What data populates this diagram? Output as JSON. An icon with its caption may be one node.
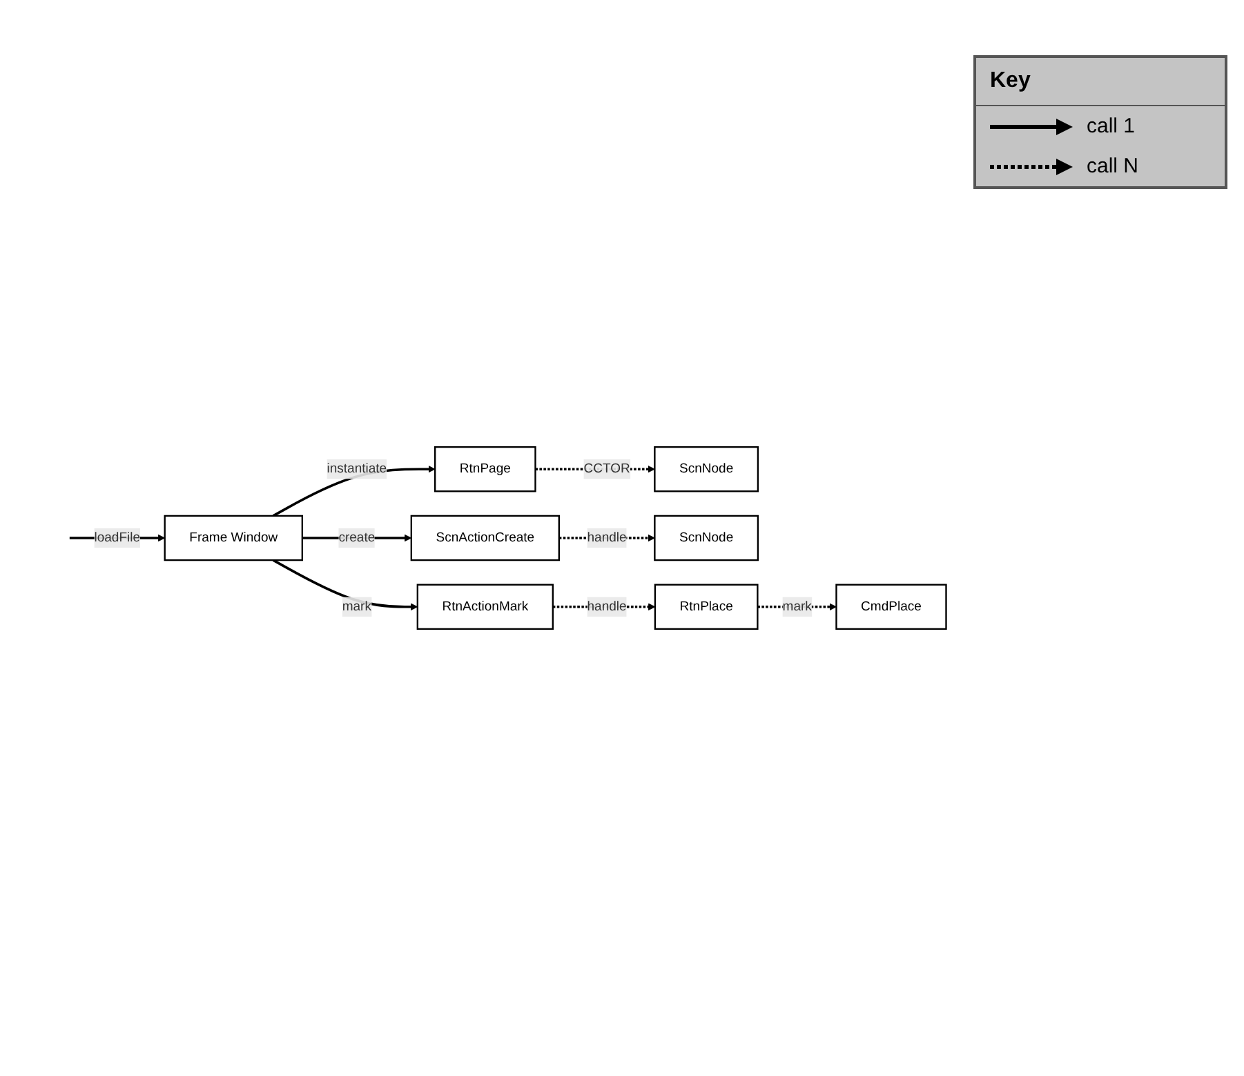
{
  "diagram": {
    "nodes": [
      {
        "text": [
          "Frame Window"
        ]
      },
      {
        "text": [
          "RtnPage"
        ]
      },
      {
        "text": [
          "ScnNode"
        ]
      },
      {
        "text": [
          "ScnActionCreate"
        ]
      },
      {
        "text": [
          "ScnNode"
        ]
      },
      {
        "text": [
          "RtnActionMark"
        ]
      },
      {
        "text": [
          "RtnPlace"
        ]
      },
      {
        "text": [
          "CmdPlace"
        ]
      }
    ],
    "edges": [
      {
        "from": null,
        "to": 0,
        "arrow": "to",
        "label": "loadFile"
      },
      {
        "from": 0,
        "to": 1,
        "arrow": "to",
        "label": "instantiate"
      },
      {
        "from": 1,
        "to": 2,
        "arrow": "to",
        "label": "CCTOR",
        "style": "dashed"
      },
      {
        "from": 0,
        "to": 3,
        "arrow": "to",
        "label": "create"
      },
      {
        "from": 3,
        "to": 4,
        "arrow": "to",
        "label": "handle",
        "style": "dashed"
      },
      {
        "from": 0,
        "to": 5,
        "arrow": "to",
        "label": "mark"
      },
      {
        "from": 5,
        "to": 6,
        "arrow": "to",
        "label": "handle",
        "style": "dashed"
      },
      {
        "from": 6,
        "to": 7,
        "arrow": "to",
        "label": "mark",
        "style": "dashed"
      }
    ],
    "labels": [
      "Key"
    ],
    "legend": [
      {
        "text": "call 1"
      },
      {
        "text": "call N"
      }
    ]
  }
}
